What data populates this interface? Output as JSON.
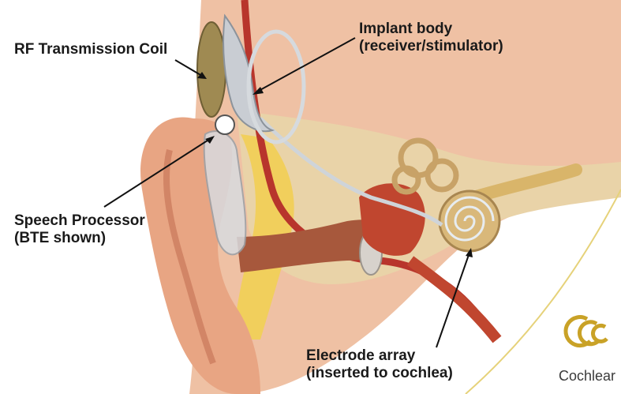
{
  "labels": {
    "rf_coil": "RF Transmission Coil",
    "implant_body": {
      "line1": "Implant body",
      "line2": "(receiver/stimulator)"
    },
    "speech_processor": {
      "line1": "Speech Processor",
      "line2": "(BTE shown)"
    },
    "electrode_array": {
      "line1": "Electrode array",
      "line2": "(inserted to cochlea)"
    }
  },
  "brand": {
    "name": "Cochlear",
    "color": "#c9a227"
  },
  "colors": {
    "skin": "#e8a583",
    "skin_shadow": "#c9785a",
    "bone": "#e9d3a8",
    "fat": "#f1cf5c",
    "canal": "#a7583c",
    "nerve": "#d9b56a",
    "vessel": "#b8352c",
    "device": "#c9cdd3",
    "arrow": "#111111"
  }
}
